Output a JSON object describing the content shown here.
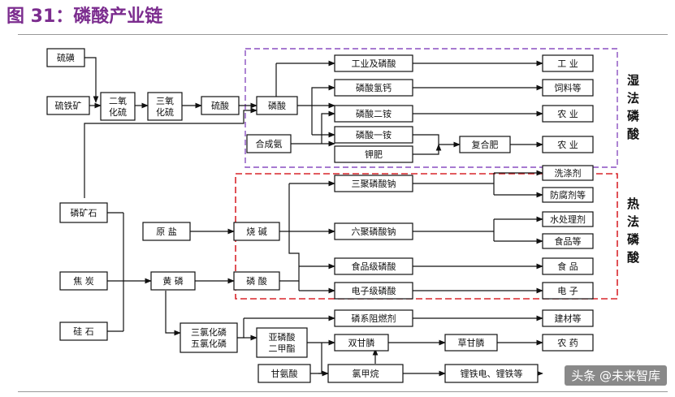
{
  "title": "图 31：磷酸产业链",
  "watermark": "头条 @未来智库",
  "zones": {
    "wet": "湿法磷酸",
    "hot": "热法磷酸"
  },
  "nodes": {
    "liutie": "硫磺",
    "liutiekuang": "硫铁矿",
    "eryanghualiu": "二氧化硫",
    "sanyanghualiu": "三氧化硫",
    "liusuan": "硫酸",
    "linsuan_wet": "磷酸",
    "gongye_linsuan": "工业及磷酸",
    "linsuan_qinggai": "磷酸氢钙",
    "linsuan_eran": "磷酸二铵",
    "linsuan_yian": "磷酸一铵",
    "jiafei": "钾肥",
    "hechengan": "合成氨",
    "fuhefei": "复合肥",
    "out_gongye": "工 业",
    "out_siliao": "饲料等",
    "out_nongye1": "农 业",
    "out_nongye2": "农 业",
    "linkuangshi": "磷矿石",
    "yuanyan": "原 盐",
    "shaojian": "烧 碱",
    "sanju": "三聚磷酸钠",
    "liuju": "六聚磷酸钠",
    "xidiji": "洗涤剂",
    "fangfuji": "防腐剂等",
    "shuichuli": "水处理剂",
    "shipin_deng": "食品等",
    "shipinji": "食品级磷酸",
    "dianziji": "电子级磷酸",
    "out_shipin": "食 品",
    "out_dianzi": "电 子",
    "jiaotan": "焦 炭",
    "guishi": "硅 石",
    "huanglin": "黄 磷",
    "linsuan_hot": "磷 酸",
    "sanlvhualin": "三氯化磷",
    "wulvhualin": "五氯化磷",
    "linxizuranji": "磷系阻燃剂",
    "jiancai": "建材等",
    "yalinsuan": "亚磷酸",
    "erjiazhi": "二甲酯",
    "shuanggan": "双甘膦",
    "caogan": "草甘膦",
    "out_nongyao": "农 药",
    "ganansuan": "甘氨酸",
    "lvjiawan": "氯甲烷",
    "lijiaoye": "锂铁电、锂铁等"
  }
}
